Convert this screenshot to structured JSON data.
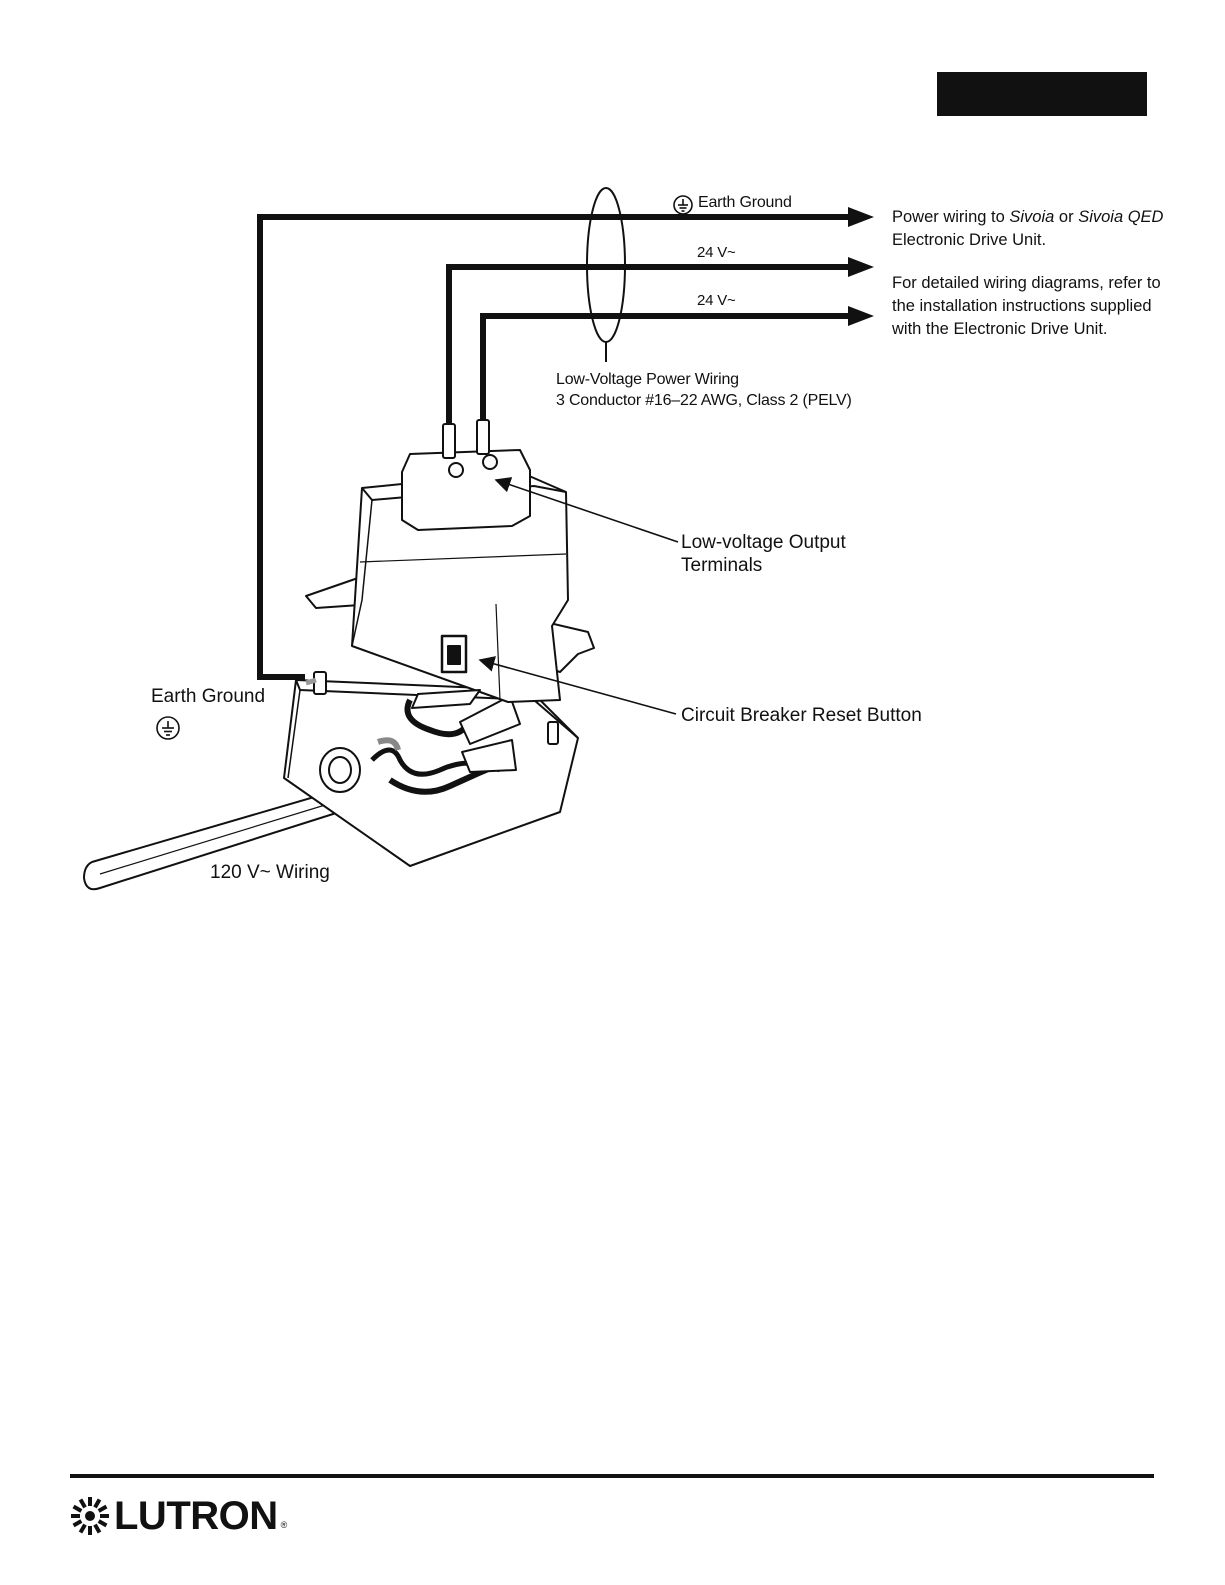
{
  "labels": {
    "earth_ground_top": "Earth Ground",
    "v24_first": "24 V~",
    "v24_second": "24 V~",
    "power_wiring_prefix": "Power wiring to ",
    "sivoia": "Sivoia",
    "or_text": " or ",
    "sivoia_qed": "Sivoia QED",
    "edu": "Electronic Drive Unit.",
    "detail_line1": "For detailed wiring diagrams, refer to",
    "detail_line2": "the installation instructions supplied",
    "detail_line3": "with the Electronic Drive Unit.",
    "lv_wiring_line1": "Low-Voltage Power Wiring",
    "lv_wiring_line2": "3 Conductor #16–22 AWG, Class 2 (PELV)",
    "lv_terminals_line1": "Low-voltage Output",
    "lv_terminals_line2": "Terminals",
    "breaker": "Circuit Breaker Reset Button",
    "earth_ground_left": "Earth Ground",
    "wiring_120": "120 V~ Wiring"
  },
  "footer": {
    "brand": "LUTRON",
    "registered": "®"
  },
  "icons": {
    "ground": "earth-ground-symbol-icon",
    "logo": "lutron-sunburst-logo-icon"
  },
  "colors": {
    "ink": "#111111",
    "background": "#ffffff"
  }
}
